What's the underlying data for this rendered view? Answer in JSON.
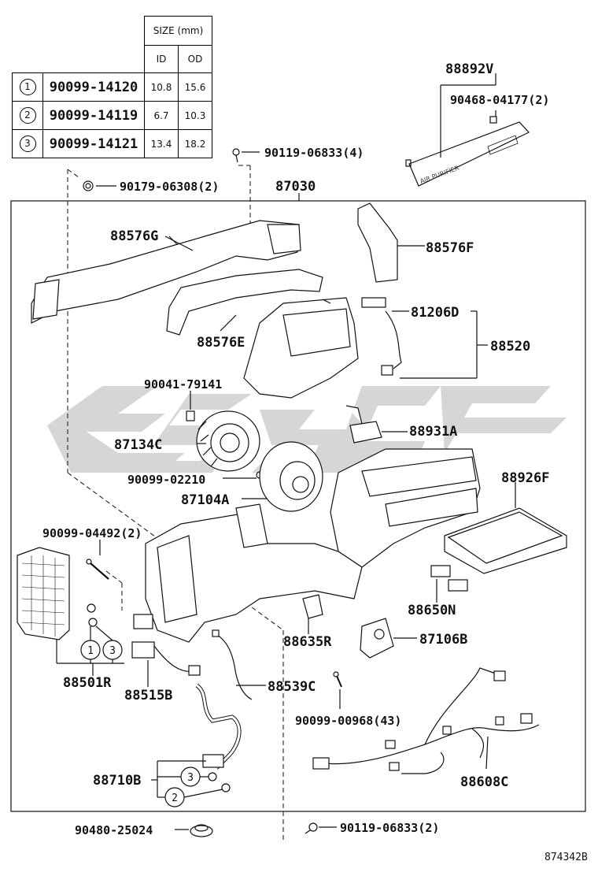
{
  "size_table": {
    "header": "SIZE (mm)",
    "col_id": "ID",
    "col_od": "OD",
    "rows": [
      {
        "mark": "1",
        "part": "90099-14120",
        "id": "10.8",
        "od": "15.6"
      },
      {
        "mark": "2",
        "part": "90099-14119",
        "id": "6.7",
        "od": "10.3"
      },
      {
        "mark": "3",
        "part": "90099-14121",
        "id": "13.4",
        "od": "18.2"
      }
    ]
  },
  "labels": {
    "p88892V": "88892V",
    "p90468": "90468-04177(2)",
    "air_purifier": "AIR PURIFIER",
    "p90119_top": "90119-06833(4)",
    "p90179": "90179-06308(2)",
    "p87030": "87030",
    "p88576G": "88576G",
    "p88576F": "88576F",
    "p81206D": "81206D",
    "p88576E": "88576E",
    "p88520": "88520",
    "p90041": "90041-79141",
    "p88931A": "88931A",
    "p87134C": "87134C",
    "p90099_02210": "90099-02210",
    "p87104A": "87104A",
    "p88926F": "88926F",
    "p90099_04492": "90099-04492(2)",
    "p88650N": "88650N",
    "p88635R": "88635R",
    "p87106B": "87106B",
    "p88501R": "88501R",
    "p88515B": "88515B",
    "p88539C": "88539C",
    "p90099_00968": "90099-00968(43)",
    "p88608C": "88608C",
    "p88710B": "88710B",
    "p90480": "90480-25024",
    "p90119_bottom": "90119-06833(2)",
    "ref": "874342B"
  },
  "markers": {
    "m1": "1",
    "m2": "2",
    "m3": "3"
  },
  "colors": {
    "line": "#111111",
    "watermark": "#cccccc"
  }
}
